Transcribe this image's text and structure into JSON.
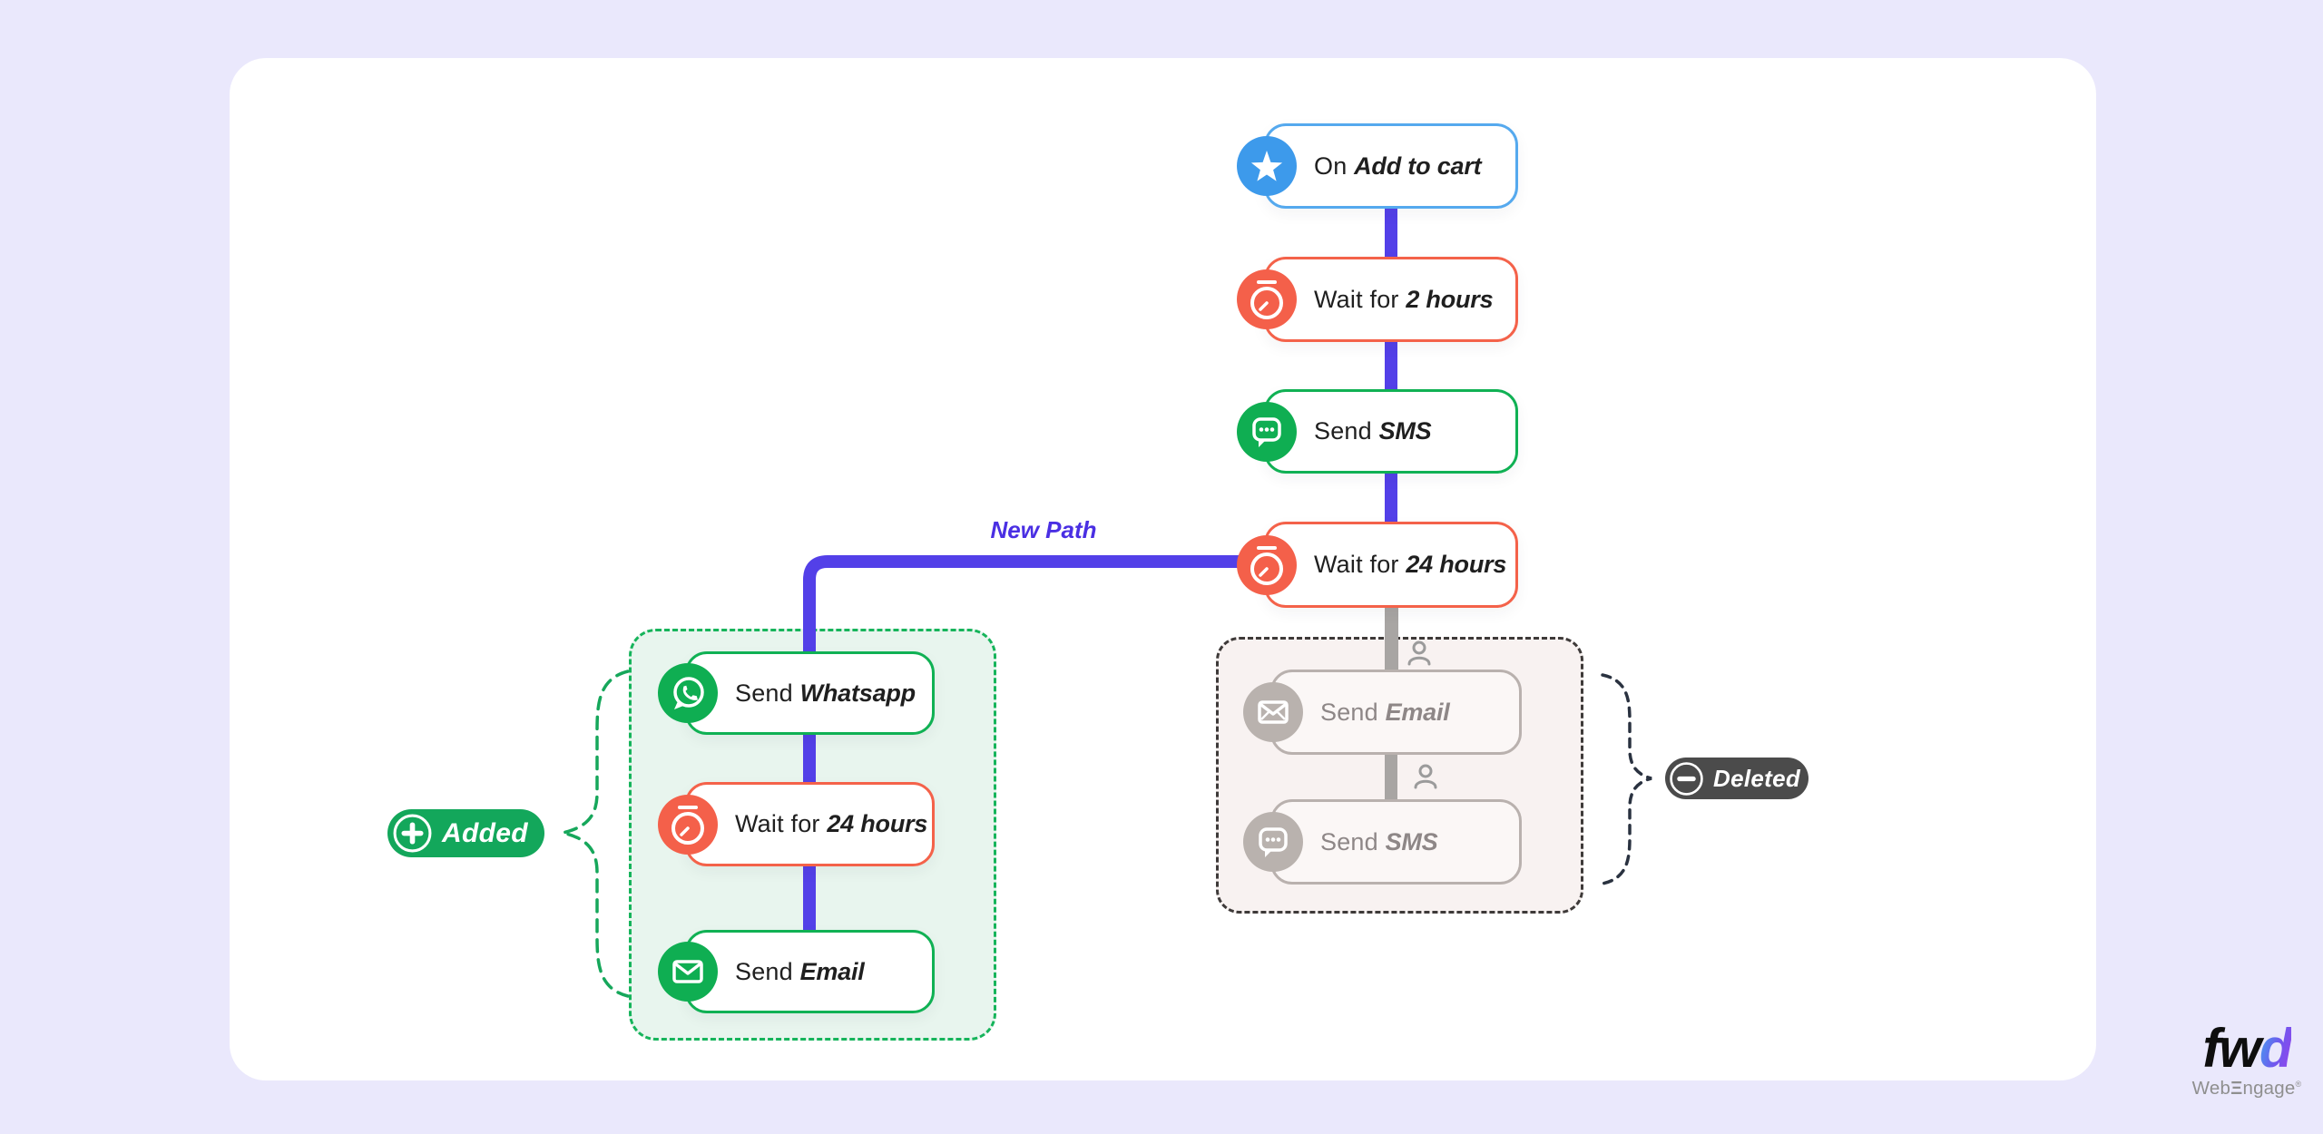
{
  "colors": {
    "background": "#EAE8FC",
    "card": "#FFFFFF",
    "trigger_blue": "#3D9AEB",
    "trigger_border_blue": "#55A9EE",
    "wait_orange": "#F4604A",
    "action_green": "#10B154",
    "connector_purple": "#5340E8",
    "connector_gray": "#A8A5A3",
    "added_badge_green": "#13A75B",
    "deleted_badge_gray": "#4B4B4B",
    "added_panel_bg": "#E8F5EE",
    "deleted_panel_bg": "#F8F2F1",
    "new_path_text": "#4A2FE3",
    "muted_node_text": "#8E8787"
  },
  "main_flow": {
    "nodes": [
      {
        "prefix": "On ",
        "emphasis": "Add to cart",
        "icon": "star-icon"
      },
      {
        "prefix": "Wait for ",
        "emphasis": "2 hours",
        "icon": "stopwatch-icon"
      },
      {
        "prefix": "Send ",
        "emphasis": "SMS",
        "icon": "sms-icon"
      },
      {
        "prefix": "Wait for ",
        "emphasis": "24 hours",
        "icon": "stopwatch-icon"
      }
    ]
  },
  "new_branch": {
    "path_label": "New Path",
    "badge": {
      "label": "Added"
    },
    "nodes": [
      {
        "prefix": "Send ",
        "emphasis": "Whatsapp",
        "icon": "whatsapp-icon"
      },
      {
        "prefix": "Wait for ",
        "emphasis": "24 hours",
        "icon": "stopwatch-icon"
      },
      {
        "prefix": "Send ",
        "emphasis": "Email",
        "icon": "email-icon"
      }
    ]
  },
  "deleted_branch": {
    "badge": {
      "label": "Deleted"
    },
    "nodes": [
      {
        "prefix": "Send ",
        "emphasis": "Email",
        "icon": "email-icon"
      },
      {
        "prefix": "Send ",
        "emphasis": "SMS",
        "icon": "sms-icon"
      }
    ]
  },
  "logo": {
    "fwd_black": "fw",
    "fwd_d": "d",
    "sub_web": "Web",
    "sub_e": "Ξ",
    "sub_rest": "ngage",
    "reg": "®"
  }
}
